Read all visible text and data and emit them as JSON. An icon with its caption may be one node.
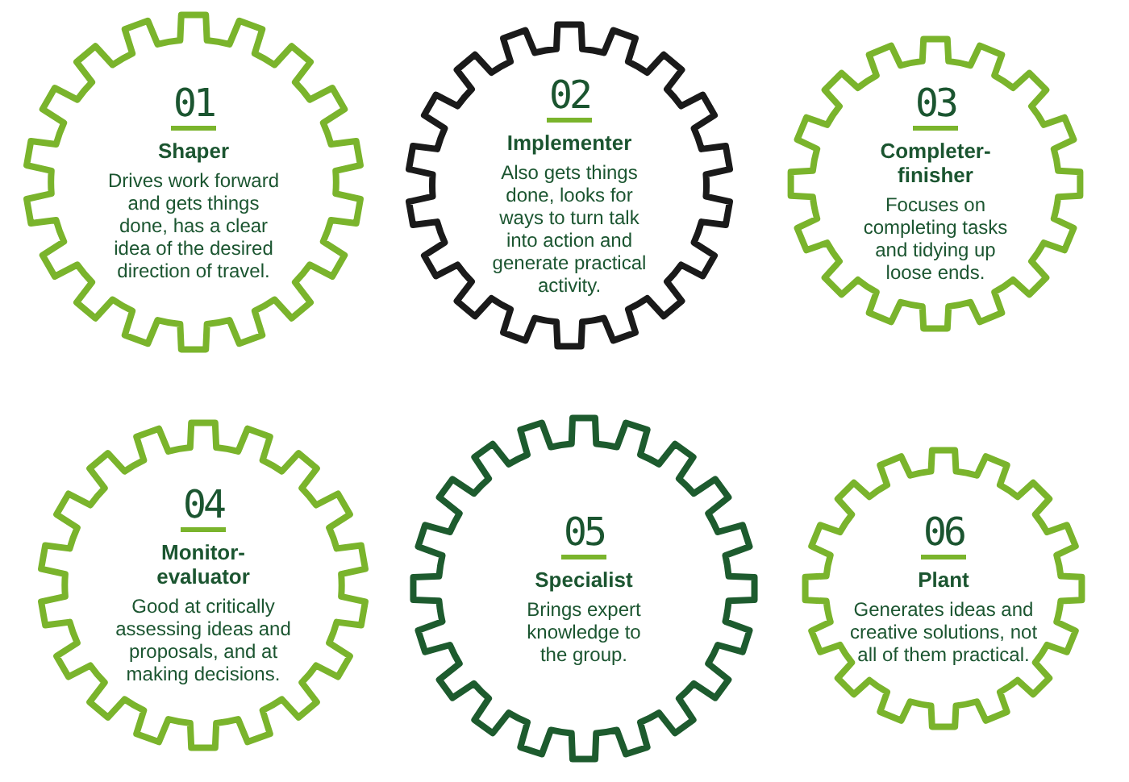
{
  "diagram": {
    "nodes": [
      {
        "text": [
          "01",
          "Shaper",
          "Drives work forward and gets things done, has a clear idea of the desired direction of travel."
        ]
      },
      {
        "text": [
          "02",
          "Implementer",
          "Also gets things done, looks for ways to turn talk into action and generate practical activity."
        ]
      },
      {
        "text": [
          "03",
          "Completer-finisher",
          "Focuses on completing tasks and tidying up loose ends."
        ]
      },
      {
        "text": [
          "04",
          "Monitor-evaluator",
          "Good at critically assessing ideas and proposals, and at making decisions."
        ]
      },
      {
        "text": [
          "05",
          "Specialist",
          "Brings expert knowledge to the group."
        ]
      },
      {
        "text": [
          "06",
          "Plant",
          "Generates ideas and creative solutions, not all of them practical."
        ]
      }
    ]
  }
}
